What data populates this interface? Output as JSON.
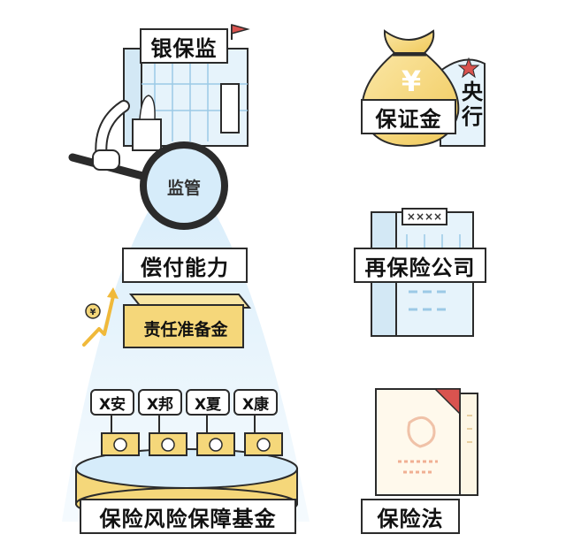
{
  "regulator": {
    "label": "银保监",
    "magnifier_label": "监管"
  },
  "central_bank": {
    "fund_label": "保证金",
    "bank_label": "央行",
    "currency_symbol": "¥"
  },
  "solvency": {
    "label": "偿付能力",
    "reserve_label": "责任准备金"
  },
  "reinsurance": {
    "label": "再保险公司",
    "building_sign": "××××"
  },
  "companies": {
    "items": [
      {
        "label": "X安"
      },
      {
        "label": "X邦"
      },
      {
        "label": "X夏"
      },
      {
        "label": "X康"
      }
    ]
  },
  "fund": {
    "label": "保险风险保障基金"
  },
  "law": {
    "label": "保险法"
  },
  "colors": {
    "outline": "#2b2b2b",
    "building": "#e6f3fb",
    "gold": "#f5d77a",
    "gold_dark": "#e8b84a",
    "spotlight": "#cde8f8",
    "red": "#d9534f"
  }
}
